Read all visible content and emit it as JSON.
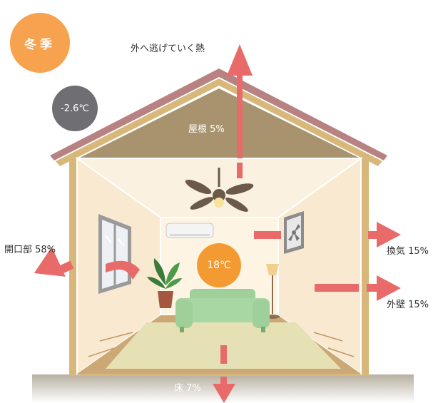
{
  "season": "冬季",
  "outside_temperature": "-2.6℃",
  "inside_temperature": "18℃",
  "heat_loss": {
    "title": "外へ逃げていく熱",
    "roof": "屋根 5%",
    "openings": "開口部 58%",
    "ventilation": "換気 15%",
    "exterior_wall": "外壁 15%",
    "floor": "床 7%"
  },
  "heat_loss_percent": {
    "roof": 5,
    "openings": 58,
    "ventilation": 15,
    "exterior_wall": 15,
    "floor": 7
  },
  "colors": {
    "season_badge": "#f6a24f",
    "outside_badge": "#6f6f73",
    "inside_badge": "#f49a33",
    "arrow": "#e86b69",
    "roof": "#b98282",
    "wall": "#d8b87a",
    "attic": "#a8936e",
    "sofa": "#9fd09a"
  }
}
